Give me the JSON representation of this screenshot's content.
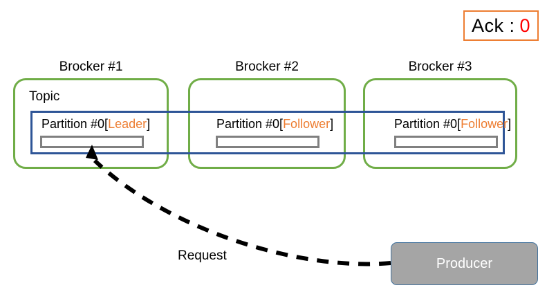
{
  "diagram": {
    "title": "Kafka producer acks=0 replication diagram",
    "colors": {
      "broker_border": "#70ad47",
      "partition_set_border": "#2e5597",
      "role_text": "#ed7d31",
      "ack_border": "#ed7d31",
      "ack_value": "#ff0000",
      "log_bar": "#808080",
      "producer_fill": "#a5a5a5",
      "producer_border": "#41719c",
      "edge": "#000000"
    }
  },
  "ack_badge": {
    "label": "Ack :",
    "value": "0"
  },
  "topic": {
    "label": "Topic"
  },
  "brokers": [
    {
      "label": "Brocker #1",
      "partition": {
        "prefix": "Partition #0[",
        "role": "Leader",
        "suffix": "]"
      }
    },
    {
      "label": "Brocker #2",
      "partition": {
        "prefix": "Partition #0[",
        "role": "Follower",
        "suffix": "]"
      }
    },
    {
      "label": "Brocker #3",
      "partition": {
        "prefix": "Partition #0[",
        "role": "Follower",
        "suffix": "]"
      }
    }
  ],
  "producer": {
    "label": "Producer"
  },
  "edges": [
    {
      "label": "Request",
      "from": "producer",
      "to": "broker-1-partition-0",
      "style": "dashed",
      "arrowhead": "to"
    }
  ]
}
